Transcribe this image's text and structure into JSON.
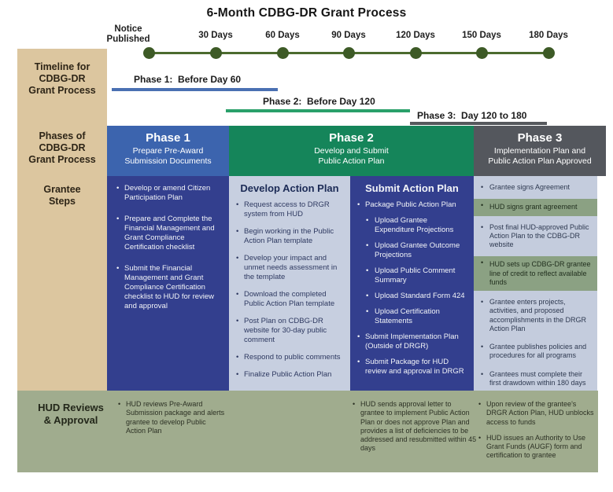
{
  "title": "6-Month CDBG-DR Grant Process",
  "timeline": {
    "milestones": [
      {
        "label": "Notice\nPublished"
      },
      {
        "label": "30 Days"
      },
      {
        "label": "60 Days"
      },
      {
        "label": "90 Days"
      },
      {
        "label": "120 Days"
      },
      {
        "label": "150 Days"
      },
      {
        "label": "180 Days"
      }
    ]
  },
  "phase_bars": [
    {
      "label": "Phase 1:  Before Day 60",
      "color": "#4a70b2"
    },
    {
      "label": "Phase 2:  Before Day 120",
      "color": "#2aa06a"
    },
    {
      "label": "Phase 3:  Day 120 to 180",
      "color": "#55585c"
    }
  ],
  "sidebar": {
    "timeline_label": "Timeline for\nCDBG-DR\nGrant Process",
    "phases_label": "Phases of\nCDBG-DR\nGrant Process",
    "grantee_label": "Grantee\nSteps",
    "hud_label": "HUD Reviews\n& Approval"
  },
  "phase_headers": [
    {
      "name": "Phase 1",
      "subtitle": "Prepare Pre-Award\nSubmission Documents",
      "color": "#3c64ae"
    },
    {
      "name": "Phase 2",
      "subtitle": "Develop and Submit\nPublic Action Plan",
      "color": "#15855a"
    },
    {
      "name": "Phase 3",
      "subtitle": "Implementation Plan and\nPublic Action Plan Approved",
      "color": "#54575d"
    }
  ],
  "grantee_steps": {
    "phase1_items": [
      "Develop or amend Citizen Participation Plan",
      "Prepare and Complete the Financial Management and Grant Compliance Certification checklist",
      "Submit the Financial Management and Grant Compliance Certification checklist to HUD for review and approval"
    ],
    "develop": {
      "heading": "Develop Action Plan",
      "items": [
        "Request access to DRGR system from HUD",
        "Begin working in the Public Action Plan template",
        "Develop your impact and unmet needs assessment in the template",
        "Download the completed Public Action Plan template",
        "Post Plan on CDBG-DR website for 30-day public comment",
        "Respond to public comments",
        "Finalize Public Action Plan"
      ]
    },
    "submit": {
      "heading": "Submit Action Plan",
      "package_item": "Package Public Action Plan",
      "package_sub_items": [
        "Upload Grantee Expenditure Projections",
        "Upload Grantee Outcome Projections",
        "Upload Public Comment Summary",
        "Upload Standard Form 424",
        "Upload Certification Statements"
      ],
      "tail_items": [
        "Submit Implementation Plan (Outside of DRGR)",
        "Submit Package for HUD review and approval in DRGR"
      ]
    },
    "phase3_items": [
      {
        "text": "Grantee signs Agreement",
        "highlighted": false
      },
      {
        "text": "HUD signs grant agreement",
        "highlighted": true
      },
      {
        "text": "Post final HUD-approved Public Action Plan to the CDBG-DR website",
        "highlighted": false
      },
      {
        "text": "HUD sets up CDBG-DR grantee line of credit to reflect available funds",
        "highlighted": true
      },
      {
        "text": "Grantee enters projects, activities, and proposed accomplishments in the DRGR Action Plan",
        "highlighted": false
      },
      {
        "text": "Grantee publishes policies and procedures for all programs",
        "highlighted": false
      },
      {
        "text": "Grantees must complete their first drawdown within 180 days",
        "highlighted": false
      }
    ]
  },
  "hud_review": {
    "phase1_items": [
      "HUD reviews Pre-Award Submission package and alerts grantee to develop Public Action Plan"
    ],
    "phase2_items": [
      "HUD sends approval letter to grantee to implement Public Action Plan or does not approve Plan and provides a list of deficiencies to be addressed and resubmitted within 45 days"
    ],
    "phase3_items": [
      "Upon review of the grantee's DRGR Action Plan, HUD unblocks access to funds",
      "HUD issues an Authority to Use Grant Funds (AUGF) form and certification to grantee"
    ]
  },
  "colors": {
    "timeline_green": "#3d5a26",
    "sidebar_tan": "#dcc69f",
    "phase1_header_blue": "#3c64ae",
    "phase1_body_navy": "#333f8e",
    "phase2_header_green": "#15855a",
    "phase3_header_gray": "#54575d",
    "light_column": "#c7cfe0",
    "highlight_sage": "#8ba183",
    "hud_row_sage": "#a0ac8e"
  }
}
